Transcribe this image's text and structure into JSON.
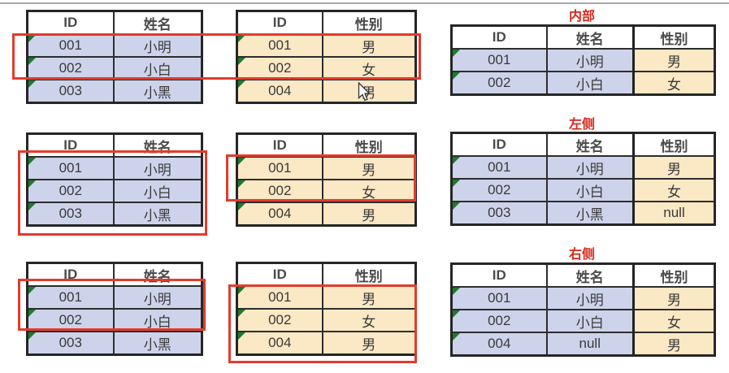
{
  "colors": {
    "lavender_cell": "#cdd3ea",
    "cream_cell": "#fbe8c5",
    "highlight_red": "#e23b2c",
    "label_red": "#d7281d",
    "triangle_green": "#1e7b2e",
    "text": "#3a3a3a",
    "border": "#2d2d2d"
  },
  "name_table": {
    "headers": [
      "ID",
      "姓名"
    ],
    "rows": [
      [
        "001",
        "小明"
      ],
      [
        "002",
        "小白"
      ],
      [
        "003",
        "小黑"
      ]
    ]
  },
  "gender_table": {
    "headers": [
      "ID",
      "性别"
    ],
    "rows": [
      [
        "001",
        "男"
      ],
      [
        "002",
        "女"
      ],
      [
        "004",
        "男"
      ]
    ]
  },
  "results": {
    "headers": [
      "ID",
      "姓名",
      "性别"
    ],
    "inner": {
      "label": "内部",
      "rows": [
        [
          "001",
          "小明",
          "男"
        ],
        [
          "002",
          "小白",
          "女"
        ]
      ]
    },
    "left": {
      "label": "左侧",
      "rows": [
        [
          "001",
          "小明",
          "男"
        ],
        [
          "002",
          "小白",
          "女"
        ],
        [
          "003",
          "小黑",
          "null"
        ]
      ]
    },
    "right": {
      "label": "右侧",
      "rows": [
        [
          "001",
          "小明",
          "男"
        ],
        [
          "002",
          "小白",
          "女"
        ],
        [
          "004",
          "null",
          "男"
        ]
      ]
    }
  }
}
